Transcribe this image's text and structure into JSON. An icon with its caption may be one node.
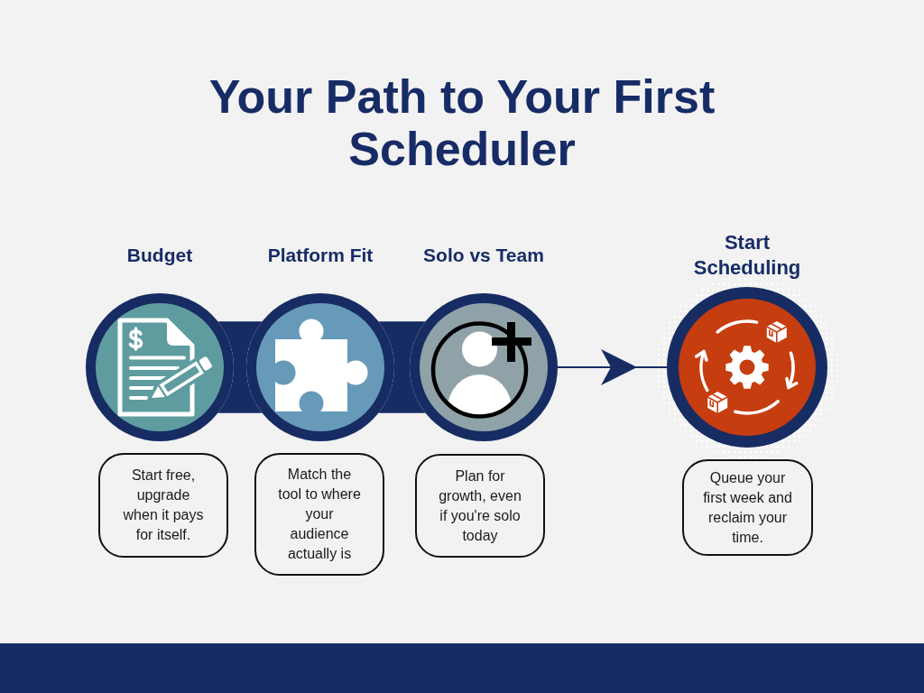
{
  "diagram": {
    "title": "Your Path to Your First Scheduler",
    "nodes": [
      {
        "text": [
          "Budget"
        ]
      },
      {
        "text": [
          "Platform Fit"
        ]
      },
      {
        "text": [
          "Solo vs Team"
        ]
      },
      {
        "text": [
          "Start Scheduling"
        ]
      },
      {
        "text": [
          "Start free, upgrade when it pays for itself."
        ]
      },
      {
        "text": [
          "Match the tool to where your audience actually is"
        ]
      },
      {
        "text": [
          "Plan for growth, even if you're solo today"
        ]
      },
      {
        "text": [
          "Queue your first week and reclaim your time."
        ]
      }
    ],
    "edges": [
      {
        "from": 0,
        "to": 1,
        "arrow": "none",
        "style": "thick"
      },
      {
        "from": 1,
        "to": 2,
        "arrow": "none",
        "style": "thick"
      },
      {
        "from": 2,
        "to": 3,
        "arrow": "to"
      }
    ]
  }
}
